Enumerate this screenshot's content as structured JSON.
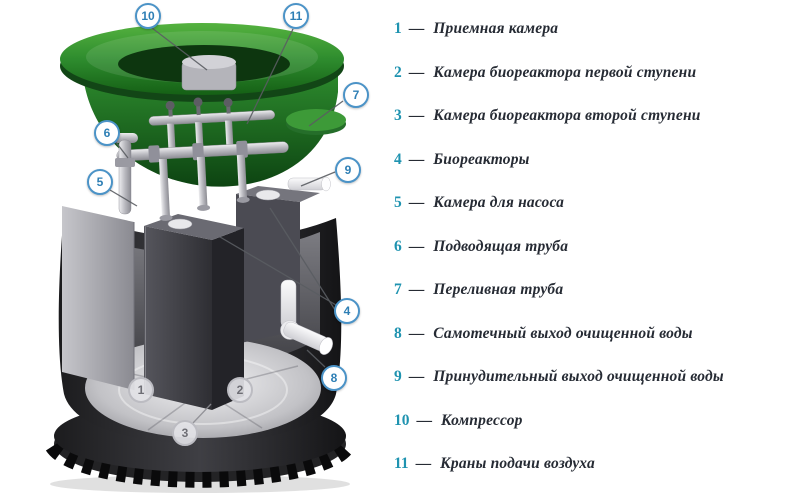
{
  "colors": {
    "accent_number_blue": "#1f93b0",
    "badge_border_blue": "#4b93c7",
    "legend_text_dark": "#262b34",
    "lid_green": "#2e8c2e",
    "tank_dark": "#2b2b2e"
  },
  "legend": {
    "separator": "—",
    "items": [
      {
        "num": "1",
        "label": "Приемная камера"
      },
      {
        "num": "2",
        "label": "Камера биореактора первой ступени"
      },
      {
        "num": "3",
        "label": "Камера биореактора второй ступени"
      },
      {
        "num": "4",
        "label": "Биореакторы"
      },
      {
        "num": "5",
        "label": "Камера для насоса"
      },
      {
        "num": "6",
        "label": "Подводящая труба"
      },
      {
        "num": "7",
        "label": "Переливная труба"
      },
      {
        "num": "8",
        "label": "Самотечный выход очищенной воды"
      },
      {
        "num": "9",
        "label": "Принудительный выход очищенной воды"
      },
      {
        "num": "10",
        "label": "Компрессор"
      },
      {
        "num": "11",
        "label": "Краны подачи воздуха"
      }
    ]
  },
  "diagram": {
    "callouts": [
      {
        "num": "1"
      },
      {
        "num": "2"
      },
      {
        "num": "3"
      },
      {
        "num": "4"
      },
      {
        "num": "5"
      },
      {
        "num": "6"
      },
      {
        "num": "7"
      },
      {
        "num": "8"
      },
      {
        "num": "9"
      },
      {
        "num": "10"
      },
      {
        "num": "11"
      }
    ]
  }
}
